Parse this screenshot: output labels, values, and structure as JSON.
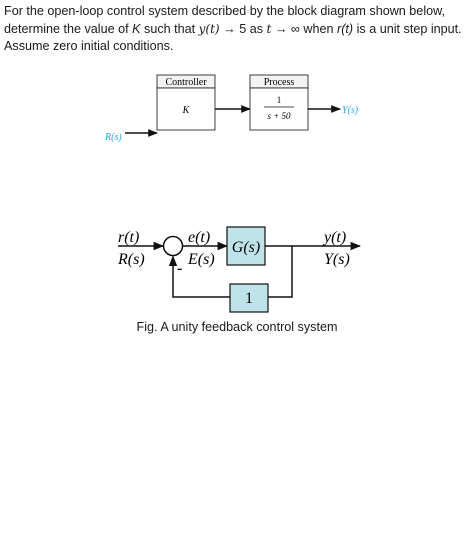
{
  "problem": {
    "line1": "For the open-loop control system described by the block diagram shown below,",
    "line2_a": "determine the value of ",
    "K": "K",
    "line2_b": " such that ",
    "yt": "y(t)",
    "arrow": " → 5 as ",
    "t": "t",
    "arrow_inf": " → ∞ when ",
    "rt": "r(t)",
    "line2_c": " is a unit step input.",
    "line3": "Assume zero initial conditions."
  },
  "open_loop": {
    "controller_title": "Controller",
    "controller_gain": "K",
    "process_title": "Process",
    "process_num": "1",
    "process_den": "s + 50",
    "input_label": "R(s)",
    "output_label": "Y(s)"
  },
  "feedback": {
    "r_time": "r(t)",
    "r_s": "R(s)",
    "e_time": "e(t)",
    "e_s": "E(s)",
    "minus": "-",
    "g_block": "G(s)",
    "y_time": "y(t)",
    "y_s": "Y(s)",
    "h_block": "1"
  },
  "caption": "Fig. A unity feedback control system",
  "colors": {
    "cyan_label": "#2aa8d8",
    "block_fill": "#bfe3ea",
    "header_fill": "#f3f3f3"
  }
}
